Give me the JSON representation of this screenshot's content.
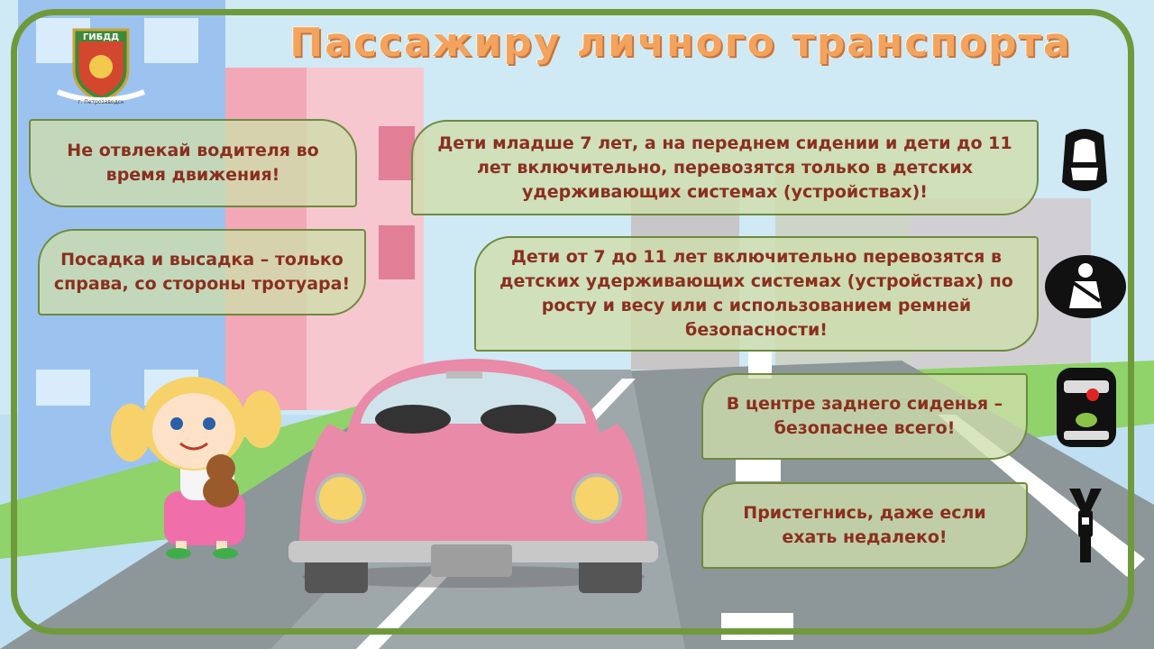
{
  "title": "Пассажиру  личного  транспорта",
  "emblem": {
    "label": "ГИБДД",
    "city": "г. Петрозаводск"
  },
  "rules": [
    "Не отвлекай водителя во время движения!",
    "Посадка и высадка – только справа, со стороны тротуара!",
    "Дети младше 7 лет, а на переднем сидении  и дети до 11 лет включительно, перевозятся только в детских удерживающих системах (устройствах)!",
    "Дети от 7 до 11 лет включительно перевозятся  в детских удерживающих системах (устройствах) по росту и весу или с использованием ремней безопасности!",
    "В центре заднего сиденья – безопаснее всего!",
    "Пристегнись, даже если ехать недалеко!"
  ],
  "icons": [
    "child-seat-icon",
    "seatbelt-person-icon",
    "car-top-view-icon",
    "seatbelt-buckle-icon"
  ],
  "colors": {
    "frame": "#6f9a3c",
    "bubble_text": "#8a2f1f",
    "title": "#f2a35e",
    "car": "#e88aa8"
  }
}
